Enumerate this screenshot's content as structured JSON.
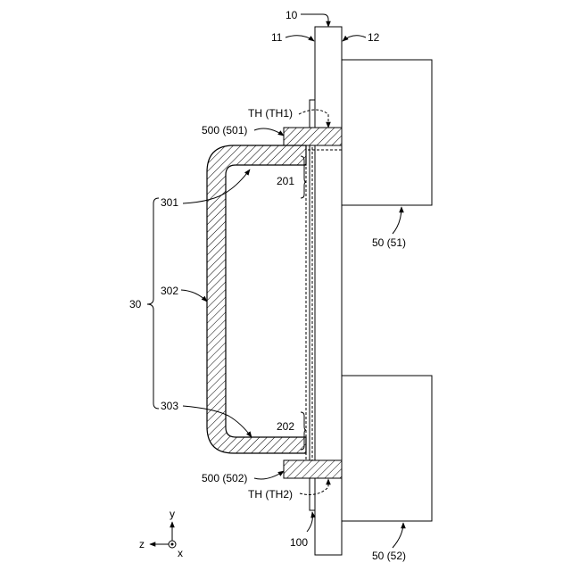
{
  "labels": {
    "l10": "10",
    "l11": "11",
    "l12": "12",
    "l_th1": "TH (TH1)",
    "l_501": "500 (501)",
    "l_201": "201",
    "l_301": "301",
    "l_51": "50 (51)",
    "l_302": "302",
    "l_30": "30",
    "l_303": "303",
    "l_202": "202",
    "l_502": "500 (502)",
    "l_th2": "TH (TH2)",
    "l_100": "100",
    "l_52": "50 (52)"
  },
  "axes": {
    "y": "y",
    "z": "z",
    "x": "x"
  }
}
